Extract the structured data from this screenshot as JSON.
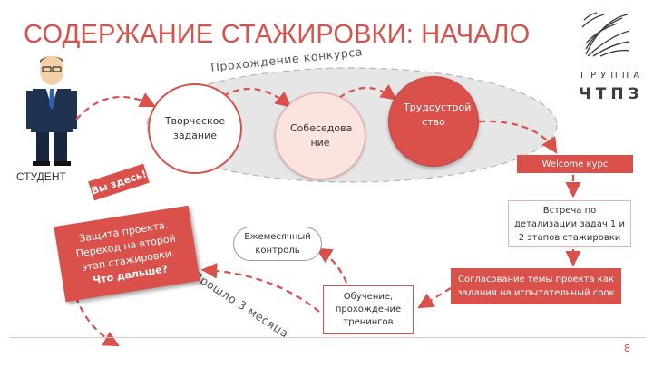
{
  "slide": {
    "title": "СОДЕРЖАНИЕ СТАЖИРОВКИ: НАЧАЛО",
    "student_label": "СТУДЕНТ",
    "here_label": "Вы здесь!",
    "contest_label": "Прохождение конкурса",
    "months_label": "Прошло 3 месяца",
    "page_number": "8"
  },
  "steps": {
    "task": "Творческое задание",
    "interview": "Собеседова ние",
    "employment": "Трудоустрой ство",
    "welcome": "Welcome курс",
    "meeting": "Встреча по детализации задач 1 и 2 этапов стажировки",
    "agreement": "Согласование темы проекта как задания на испытательный срок",
    "training": "Обучение, прохождение тренингов",
    "monthly": "Ежемесячный контроль"
  },
  "note": {
    "line1": "Защита проекта.",
    "line2": "Переход на второй",
    "line3": "этап стажировки.",
    "line4": "Что дальше?"
  },
  "logo": {
    "line1": "ГРУППА",
    "line2": "ЧТПЗ"
  },
  "colors": {
    "accent": "#d9514a",
    "ellipse_fill": "#e6e6e6",
    "light_pink": "#fbe3e0"
  }
}
